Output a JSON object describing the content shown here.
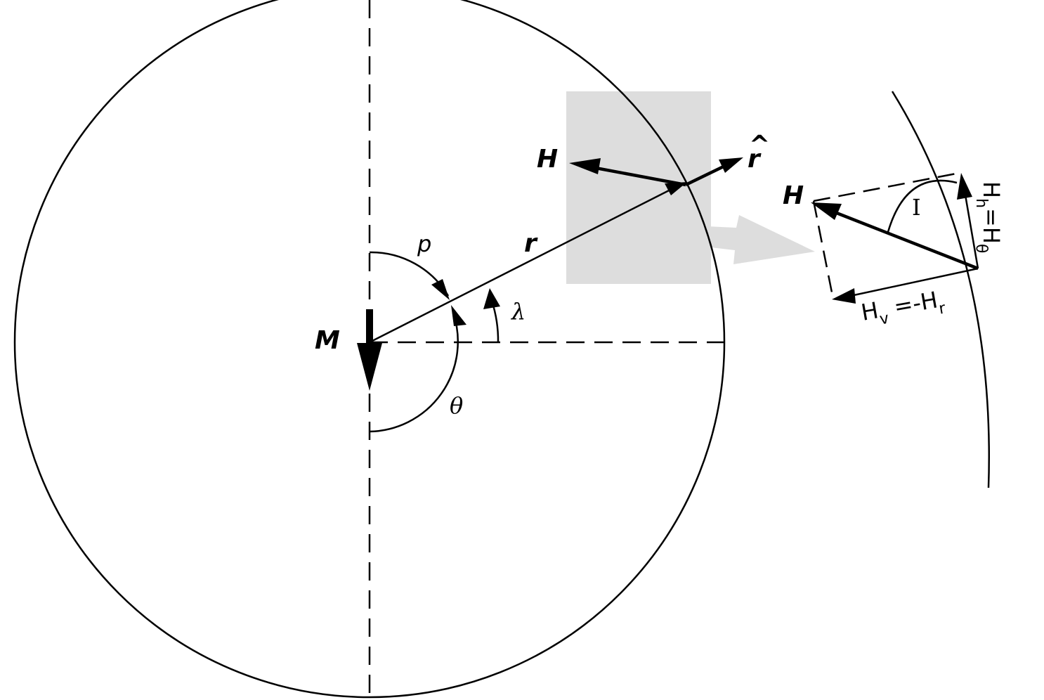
{
  "labels": {
    "moment": "M",
    "radius_vector": "r",
    "unit_r": "r",
    "unit_r_hat": "^",
    "field": "H",
    "field_detail": "H",
    "polar_angle": "p",
    "colatitude": "θ",
    "latitude": "λ",
    "inclination": "I",
    "horizontal_main": "H",
    "horizontal_sub": "h",
    "horizontal_eq": "=H",
    "horizontal_eq_sub": "θ",
    "vertical_main": "H",
    "vertical_sub": "v",
    "vertical_eq": " =-H",
    "vertical_eq_sub": "r"
  },
  "colors": {
    "ink": "#000000",
    "highlight_box": "#dddddd",
    "pointer_arrow": "#dddddd"
  }
}
